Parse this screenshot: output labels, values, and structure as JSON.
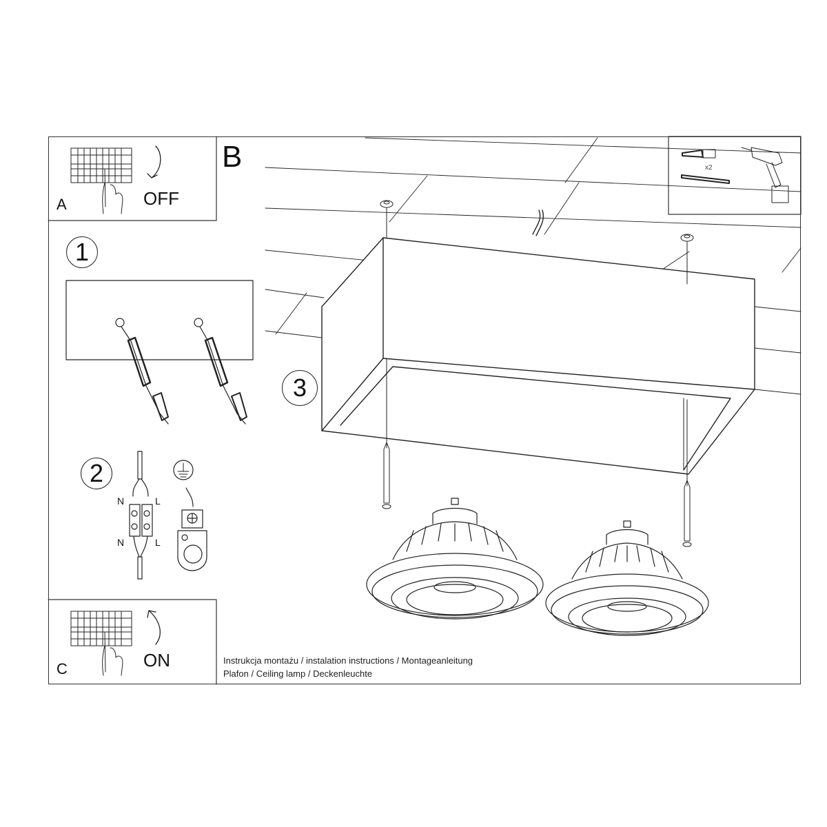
{
  "panels": {
    "A": {
      "letter": "A",
      "action": "OFF",
      "icon": "breaker-panel-switch-off"
    },
    "B": {
      "letter": "B",
      "tools": {
        "quantity": "x2",
        "icons": [
          "wall-plug-icon",
          "screw-icon",
          "drill-icon"
        ]
      }
    },
    "C": {
      "letter": "C",
      "action": "ON",
      "icon": "breaker-panel-switch-on"
    }
  },
  "steps": [
    {
      "number": "1",
      "description": "drill-holes-insert-wall-plugs"
    },
    {
      "number": "2",
      "description": "connect-wires",
      "labels": {
        "neutral_top": "N",
        "live_top": "L",
        "neutral_bottom": "N",
        "live_bottom": "L"
      },
      "ground_symbol": "earth-ground-icon"
    },
    {
      "number": "3",
      "description": "mount-ceiling-box-and-insert-bulbs"
    }
  ],
  "caption": {
    "line1": "Instrukcja montażu / instalation instructions / Montageanleitung",
    "line2": "Plafon / Ceiling lamp / Deckenleuchte"
  },
  "colors": {
    "line": "#222222",
    "background": "#ffffff"
  }
}
